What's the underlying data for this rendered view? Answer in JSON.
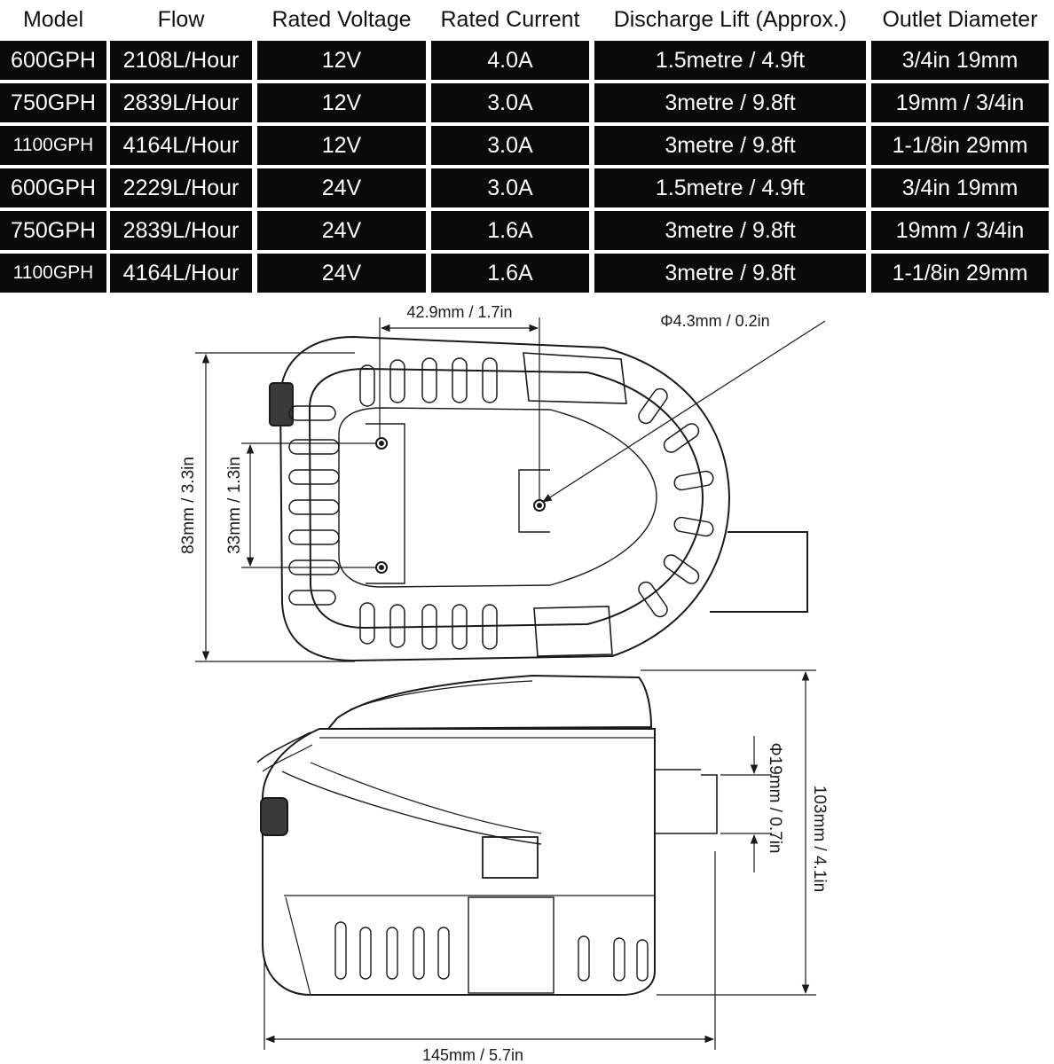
{
  "spec_table": {
    "headers": [
      "Model",
      "Flow",
      "Rated Voltage",
      "Rated Current",
      "Discharge Lift (Approx.)",
      "Outlet Diameter"
    ],
    "rows": [
      [
        "600GPH",
        "2108L/Hour",
        "12V",
        "4.0A",
        "1.5metre / 4.9ft",
        "3/4in 19mm"
      ],
      [
        "750GPH",
        "2839L/Hour",
        "12V",
        "3.0A",
        "3metre / 9.8ft",
        "19mm / 3/4in"
      ],
      [
        "1100GPH",
        "4164L/Hour",
        "12V",
        "3.0A",
        "3metre / 9.8ft",
        "1-1/8in  29mm"
      ],
      [
        "600GPH",
        "2229L/Hour",
        "24V",
        "3.0A",
        "1.5metre / 4.9ft",
        "3/4in 19mm"
      ],
      [
        "750GPH",
        "2839L/Hour",
        "24V",
        "1.6A",
        "3metre / 9.8ft",
        "19mm / 3/4in"
      ],
      [
        "1100GPH",
        "4164L/Hour",
        "24V",
        "1.6A",
        "3metre / 9.8ft",
        "1-1/8in  29mm"
      ]
    ]
  },
  "dimensions": {
    "mount_spacing": "42.9mm / 1.7in",
    "hole_diameter": "Φ4.3mm / 0.2in",
    "top_height": "83mm / 3.3in",
    "hole_spacing": "33mm / 1.3in",
    "outlet_diameter": "Φ19mm / 0.7in",
    "side_height": "103mm / 4.1in",
    "overall_length": "145mm / 5.7in"
  },
  "colors": {
    "table_bg": "#0a0a0a",
    "table_text": "#ffffff",
    "line": "#1a1a1a"
  }
}
